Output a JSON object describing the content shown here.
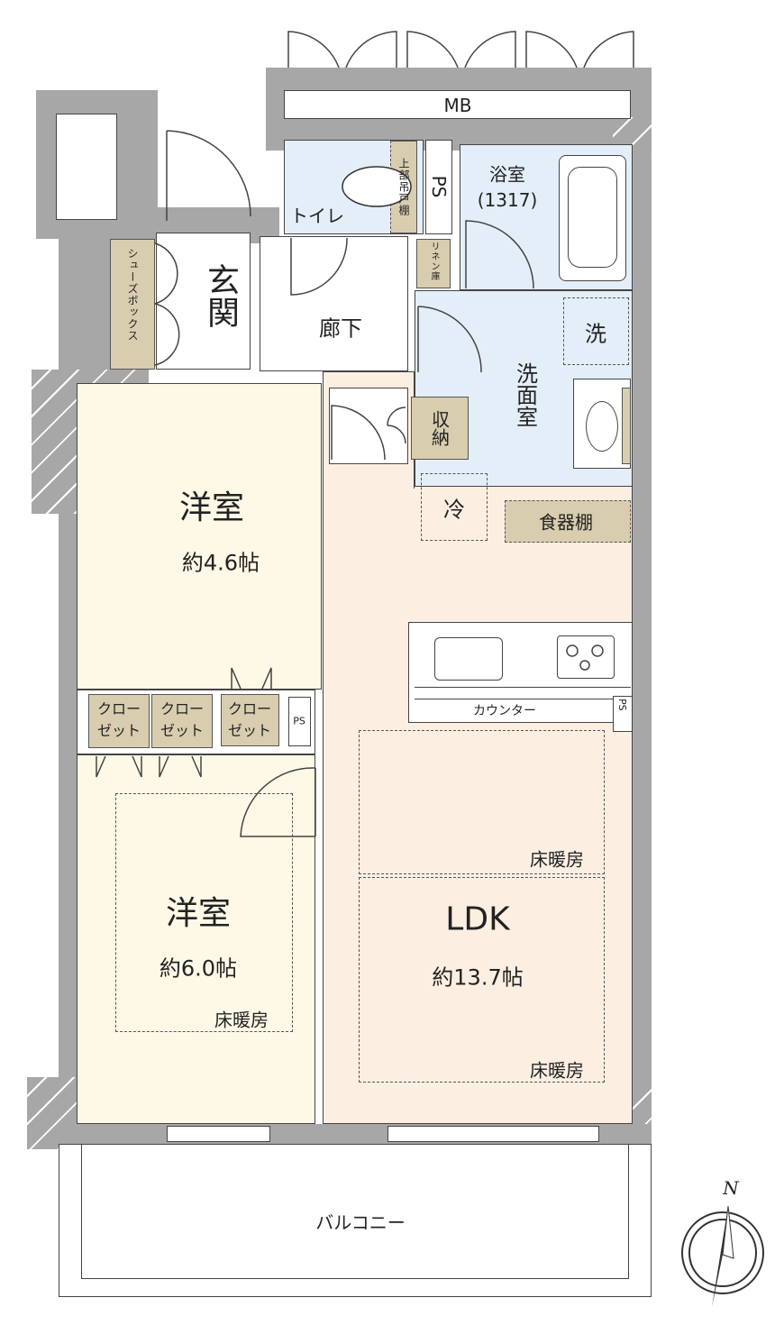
{
  "rooms": {
    "mb": "MB",
    "toilet": "トイレ",
    "upper_cabinet": "上部吊戸棚",
    "ps_top": "PS",
    "bath": "浴室",
    "bath_size": "(1317)",
    "entrance": "玄関",
    "shoe_box": "シューズボックス",
    "corridor": "廊下",
    "linen": "リネン庫",
    "washroom": "洗面室",
    "washer": "洗",
    "storage": "収納",
    "fridge": "冷",
    "cupboard": "食器棚",
    "counter": "カウンター",
    "ps_counter": "PS",
    "bedroom1": {
      "name": "洋室",
      "size": "約4.6帖"
    },
    "closets": [
      "クローゼット",
      "クローゼット",
      "クローゼット"
    ],
    "ps_closet": "PS",
    "bedroom2": {
      "name": "洋室",
      "size": "約6.0帖",
      "floor_heating": "床暖房"
    },
    "ldk": {
      "name": "LDK",
      "size": "約13.7帖",
      "floor_heating_1": "床暖房",
      "floor_heating_2": "床暖房"
    },
    "balcony": "バルコニー"
  },
  "compass": {
    "label": "N"
  },
  "colors": {
    "wall": "#a7a7a7",
    "wet": "#e3eef9",
    "bedroom": "#fdf9e6",
    "ldk": "#fcefe2",
    "storage": "#d8cdaf"
  }
}
